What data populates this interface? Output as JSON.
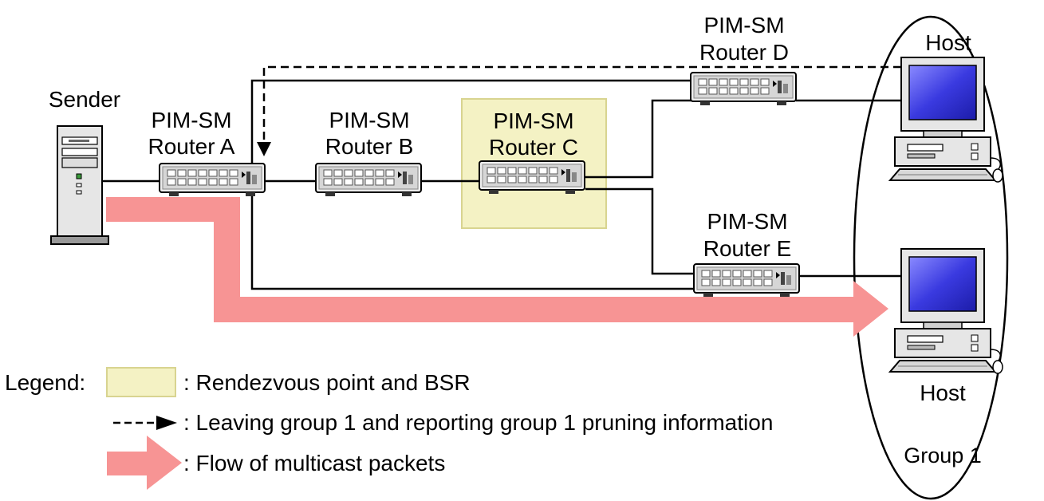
{
  "diagram": {
    "sender_label": "Sender",
    "routers": {
      "a": {
        "line1": "PIM-SM",
        "line2": "Router A"
      },
      "b": {
        "line1": "PIM-SM",
        "line2": "Router B"
      },
      "c": {
        "line1": "PIM-SM",
        "line2": "Router C"
      },
      "d": {
        "line1": "PIM-SM",
        "line2": "Router D"
      },
      "e": {
        "line1": "PIM-SM",
        "line2": "Router E"
      }
    },
    "host_top_label": "Host",
    "host_bottom_label": "Host",
    "group_label": "Group 1"
  },
  "legend": {
    "title": "Legend:",
    "rp_bsr": ": Rendezvous point and BSR",
    "prune": ": Leaving group 1 and reporting group 1 pruning information",
    "multicast": ": Flow of multicast packets"
  },
  "colors": {
    "rp_box_fill": "#f4f2c4",
    "rp_box_stroke": "#d8d490",
    "flow_arrow": "#f79494",
    "monitor_screen": "#3838d8"
  }
}
